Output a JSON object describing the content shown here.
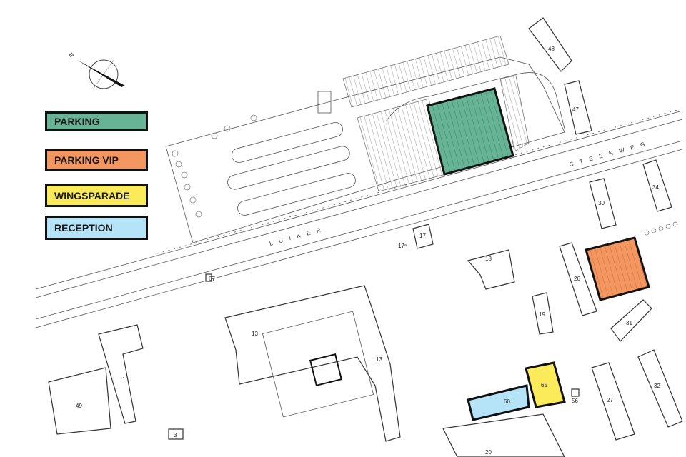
{
  "legend": [
    {
      "label": "PARKING",
      "color": "#66b395"
    },
    {
      "label": "PARKING VIP",
      "color": "#f4965f"
    },
    {
      "label": "WINGSPARADE",
      "color": "#fbea5a"
    },
    {
      "label": "RECEPTION",
      "color": "#b5e3f7"
    }
  ],
  "compass": {
    "label": "N",
    "icon": "north-arrow-icon"
  },
  "streets": {
    "luiker": "LUIKER",
    "steenweg": "STEENWEG"
  },
  "buildings": {
    "b48": "48",
    "b47": "47",
    "b34": "34",
    "b30": "30",
    "b17": "17",
    "b17a": "17ᵃ",
    "b18": "18",
    "b26": "26",
    "b19": "19",
    "b31": "31",
    "b13a": "13",
    "b13b": "13",
    "b1": "1",
    "b49": "49",
    "b3": "3",
    "b67": "67",
    "b65": "65",
    "b60": "60",
    "b56": "56",
    "b27": "27",
    "b32": "32",
    "b20": "20"
  }
}
